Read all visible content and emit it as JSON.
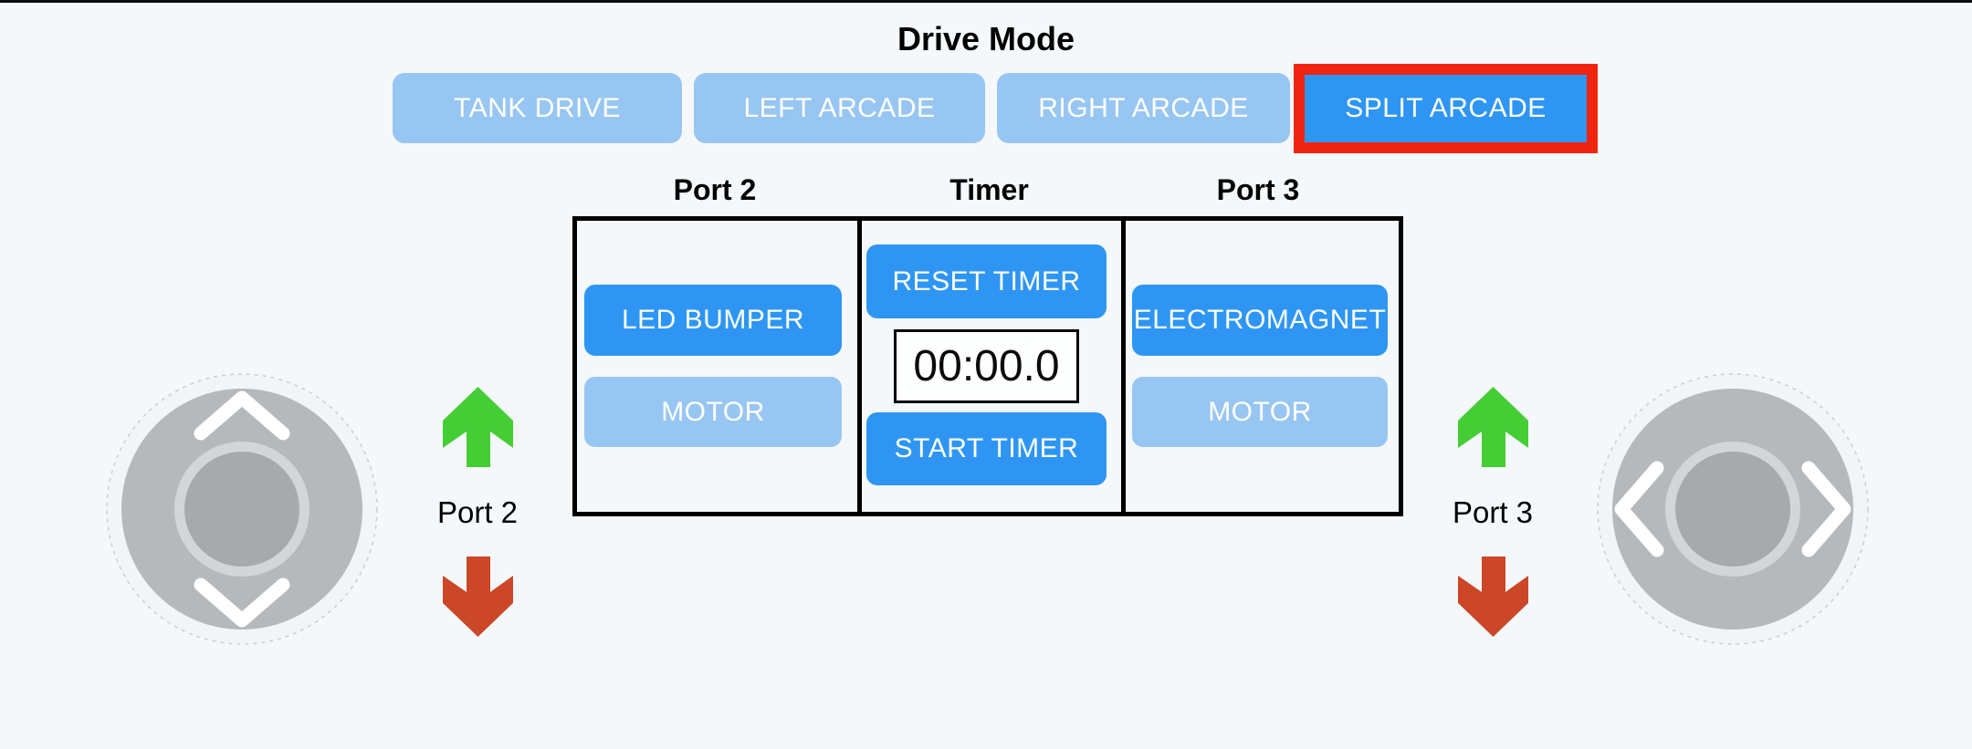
{
  "header": {
    "title": "Drive Mode"
  },
  "drive_mode_buttons": [
    {
      "label": "TANK DRIVE",
      "state": "inactive"
    },
    {
      "label": "LEFT ARCADE",
      "state": "inactive"
    },
    {
      "label": "RIGHT ARCADE",
      "state": "inactive"
    },
    {
      "label": "SPLIT ARCADE",
      "state": "selected"
    }
  ],
  "control_panel": {
    "columns": [
      {
        "header": "Port 2",
        "buttons": [
          {
            "label": "LED BUMPER",
            "state": "active"
          },
          {
            "label": "MOTOR",
            "state": "inactive"
          }
        ]
      },
      {
        "header": "Timer",
        "reset_button": "RESET TIMER",
        "display_value": "00:00.0",
        "start_button": "START TIMER"
      },
      {
        "header": "Port 3",
        "buttons": [
          {
            "label": "ELECTROMAGNET",
            "state": "active"
          },
          {
            "label": "MOTOR",
            "state": "inactive"
          }
        ]
      }
    ]
  },
  "left_indicator": {
    "up_icon": "green-up-arrow",
    "label": "Port 2",
    "down_icon": "red-down-arrow"
  },
  "right_indicator": {
    "up_icon": "green-up-arrow",
    "label": "Port 3",
    "down_icon": "red-down-arrow"
  },
  "left_joystick": {
    "type": "vertical",
    "icons": [
      "chevron-up-icon",
      "chevron-down-icon"
    ]
  },
  "right_joystick": {
    "type": "horizontal",
    "icons": [
      "chevron-left-icon",
      "chevron-right-icon"
    ]
  },
  "colors": {
    "active_blue": "#2e96f2",
    "inactive_blue": "#98c6f2",
    "selected_border_red": "#ef2512",
    "arrow_green": "#45cd35",
    "arrow_red": "#cc4628",
    "background": "#f4f8fa"
  }
}
